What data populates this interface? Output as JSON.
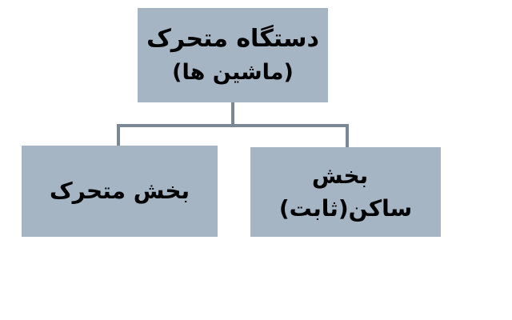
{
  "diagram": {
    "type": "tree",
    "orientation": "top-down",
    "language": "fa",
    "direction": "rtl",
    "background_color": "#ffffff",
    "node_fill_color": "#a6b5c4",
    "node_text_color": "#000000",
    "connector_color": "#7b8794",
    "nodes": [
      {
        "id": "root",
        "role": "parent",
        "lines": [
          "دستگاه متحرک",
          "(ماشین ها)"
        ]
      },
      {
        "id": "moving-part",
        "role": "child",
        "lines": [
          "بخش متحرک"
        ]
      },
      {
        "id": "static-part",
        "role": "child",
        "lines": [
          "بخش",
          "ساکن(ثابت)"
        ]
      }
    ],
    "edges": [
      {
        "from": "root",
        "to": "moving-part"
      },
      {
        "from": "root",
        "to": "static-part"
      }
    ]
  }
}
